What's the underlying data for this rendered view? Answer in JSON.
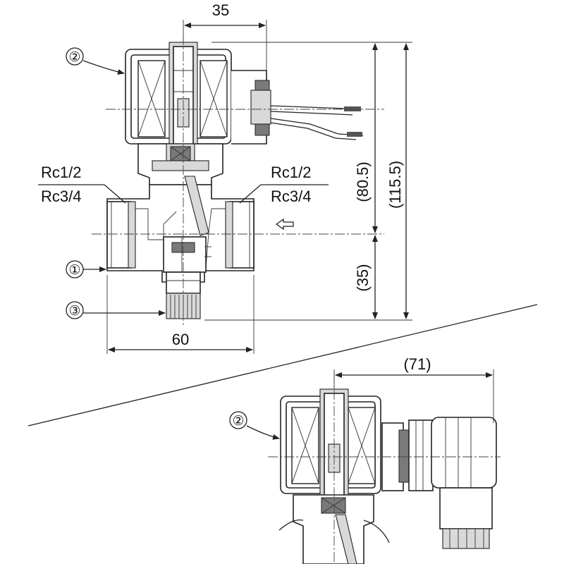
{
  "dimensions": {
    "top_width": "35",
    "bottom_width": "60",
    "upper_height": "(80.5)",
    "total_height": "(115.5)",
    "lower_height": "(35)",
    "connector_width": "(71)"
  },
  "ports": {
    "left_top": "Rc1/2",
    "left_bottom": "Rc3/4",
    "right_top": "Rc1/2",
    "right_bottom": "Rc3/4"
  },
  "callouts": {
    "body": "①",
    "coil": "②",
    "manual_knob": "③",
    "coil_alt": "②"
  },
  "flow_arrow_icon": "hollow-left-arrow-icon"
}
